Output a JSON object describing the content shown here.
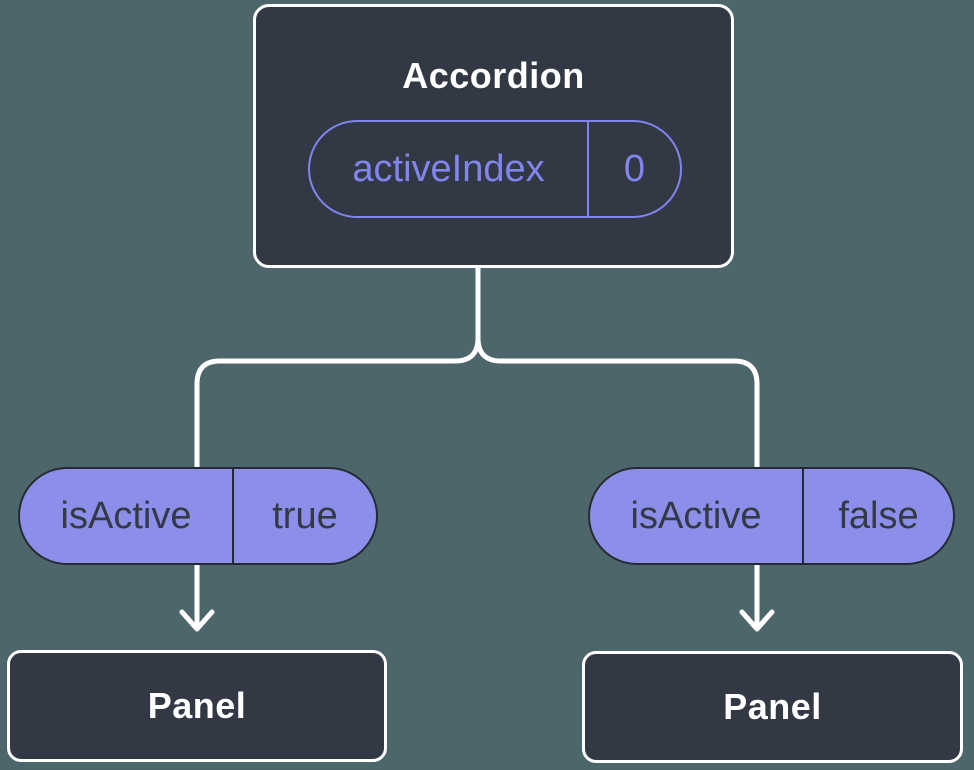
{
  "diagram": {
    "root": {
      "title": "Accordion",
      "prop": {
        "name": "activeIndex",
        "value": "0"
      }
    },
    "children": [
      {
        "prop": {
          "name": "isActive",
          "value": "true"
        },
        "panel": "Panel"
      },
      {
        "prop": {
          "name": "isActive",
          "value": "false"
        },
        "panel": "Panel"
      }
    ],
    "colors": {
      "background": "#4d666c",
      "node_background": "#323945",
      "node_border": "#ffffff",
      "node_text": "#ffffff",
      "accent_purple": "#8185ee",
      "pill_fill": "#8b8fe9",
      "pill_border": "#262b33",
      "pill_text": "#333945",
      "connector": "#ffffff"
    }
  }
}
